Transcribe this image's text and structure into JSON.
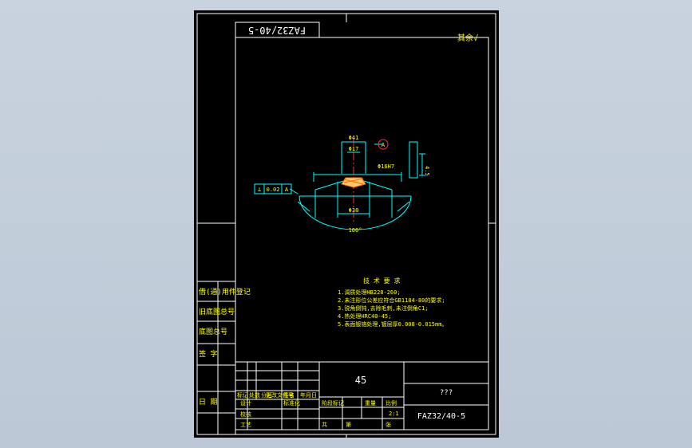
{
  "sheet": {
    "drawing_number_rotated": "FAZ32/40-5",
    "roughness_note": "其余√",
    "material": "45",
    "company": "???",
    "drawing_number": "FAZ32/40-5"
  },
  "dims": {
    "d1": "Φ41",
    "d2": "Φ17",
    "fit": "Φ16H7",
    "d3": "Φ38",
    "angle": "100°",
    "height": "4.5",
    "datum": "A"
  },
  "tolerance_frame": {
    "symbol": "⊥",
    "value": "0.02",
    "datum": "A"
  },
  "tech_requirements": {
    "title": "技 术 要 求",
    "items": [
      "1.调质处理HB228-260;",
      "2.未注形位公差应符合GB1184-80的要求;",
      "3.锐角倒钝,去除毛刺,未注倒角C1;",
      "4.热处理HRC40-45;",
      "5.表面镀铬处理,镀层厚0.008-0.015mm。"
    ]
  },
  "side_labels": [
    "借(通)用件登记",
    "旧底图总号",
    "底图总号",
    "签 字",
    "日 期"
  ],
  "title_block": {
    "labels": {
      "design": "设计",
      "standard": "标准化",
      "check": "校核",
      "process": "工艺",
      "mark": "标记",
      "qty": "处数",
      "zone": "分区",
      "change_doc": "更改文件号",
      "sign": "签名",
      "date": "年月日",
      "stage": "阶段标记",
      "weight": "重量",
      "scale": "比例",
      "scale_value": "2:1",
      "sheets_total": "共",
      "sheet_no": "第",
      "page": "张"
    }
  }
}
